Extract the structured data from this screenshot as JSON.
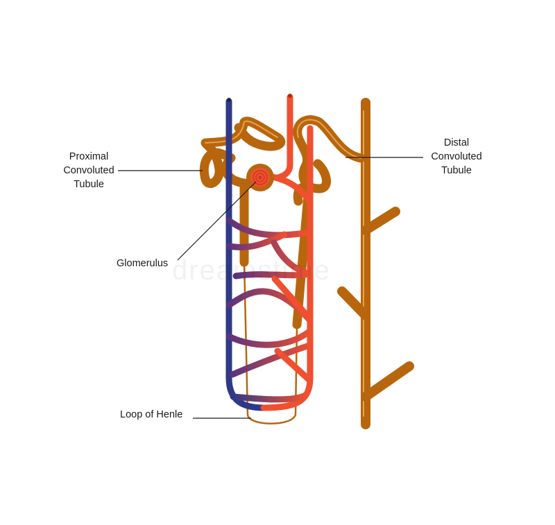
{
  "labels": {
    "proximal_line1": "Proximal",
    "proximal_line2": "Convoluted",
    "proximal_line3": "Tubule",
    "distal_line1": "Distal",
    "distal_line2": "Convoluted",
    "distal_line3": "Tubule",
    "glomerulus": "Glomerulus",
    "loop": "Loop of Henle"
  },
  "watermark": "dreamstime",
  "colors": {
    "vein": "#2e3a87",
    "artery": "#ef5030",
    "tubule": "#b8660d",
    "tubule_highlight": "#e8a24a",
    "leader_line": "#1a1a1a"
  }
}
